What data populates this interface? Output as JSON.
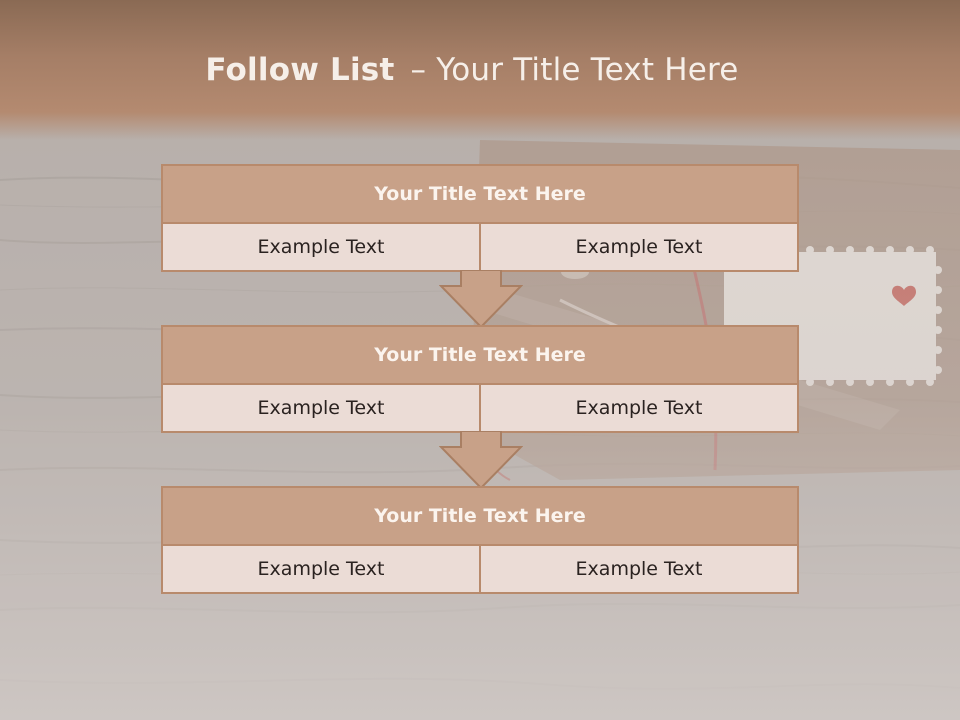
{
  "slide": {
    "title_bold": "Follow List",
    "title_dash": "–",
    "title_rest": "Your Title Text Here"
  },
  "blocks": [
    {
      "title": "Your Title Text Here",
      "left": "Example Text",
      "right": "Example Text"
    },
    {
      "title": "Your Title Text Here",
      "left": "Example Text",
      "right": "Example Text"
    },
    {
      "title": "Your Title Text Here",
      "left": "Example Text",
      "right": "Example Text"
    }
  ],
  "colors": {
    "accent": "#c8a188",
    "border": "#b88a6c",
    "cell": "#ecdcd5",
    "header": "#a57e66"
  },
  "icons": [
    "down-arrow-icon",
    "down-arrow-icon"
  ]
}
